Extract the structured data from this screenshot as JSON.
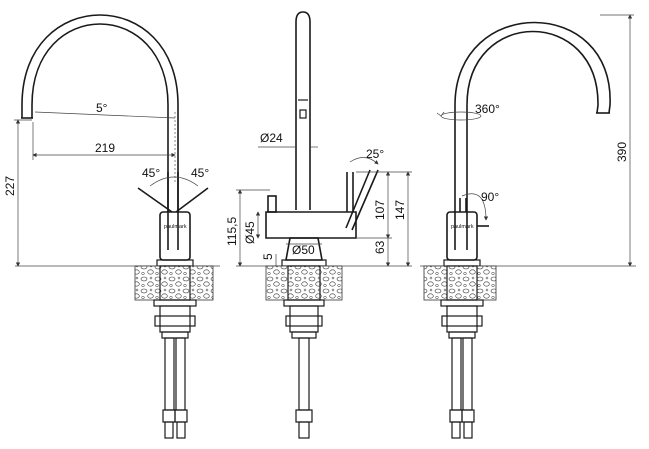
{
  "brand": "paulmark",
  "views": [
    {
      "name": "left-view",
      "dims": {
        "height_total": "227",
        "reach": "219",
        "tilt": "5°",
        "swing_left": "45°",
        "swing_right": "45°"
      }
    },
    {
      "name": "front-view",
      "dims": {
        "spout_diameter": "Ø24",
        "lever_angle": "25°",
        "body_height": "115,5",
        "body_diameter": "Ø45",
        "base_diameter": "Ø50",
        "base_offset": "5",
        "lever_height": "107",
        "total_lever_height": "147",
        "lever_pivot_height": "63"
      }
    },
    {
      "name": "right-view",
      "dims": {
        "rotation": "360°",
        "total_height": "390",
        "lever_turn": "90°"
      }
    }
  ]
}
